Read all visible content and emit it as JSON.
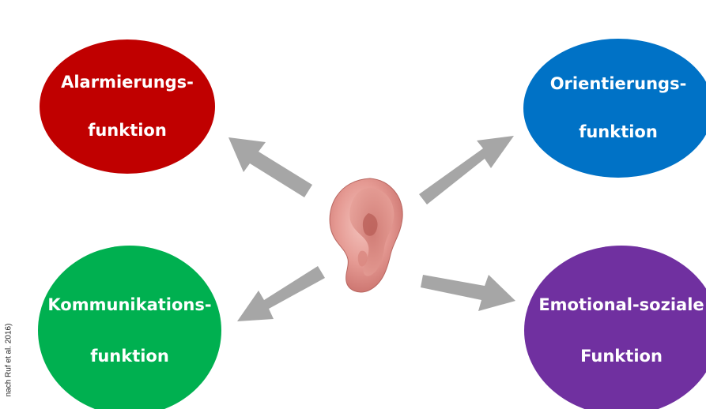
{
  "functions": {
    "alarm": {
      "line1": "Alarmierungs-",
      "line2": "funktion",
      "color": "#c00000"
    },
    "orientation": {
      "line1": "Orientierungs-",
      "line2": "funktion",
      "color": "#0072c6"
    },
    "communication": {
      "line1": "Kommunikations-",
      "line2": "funktion",
      "color": "#00b050"
    },
    "emotional": {
      "line1": "Emotional-soziale",
      "line2": "Funktion",
      "color": "#7030a0"
    }
  },
  "center_image": "ear",
  "source_caption": "nach Ruf et al. 2016)",
  "arrow_color": "#a6a6a6"
}
